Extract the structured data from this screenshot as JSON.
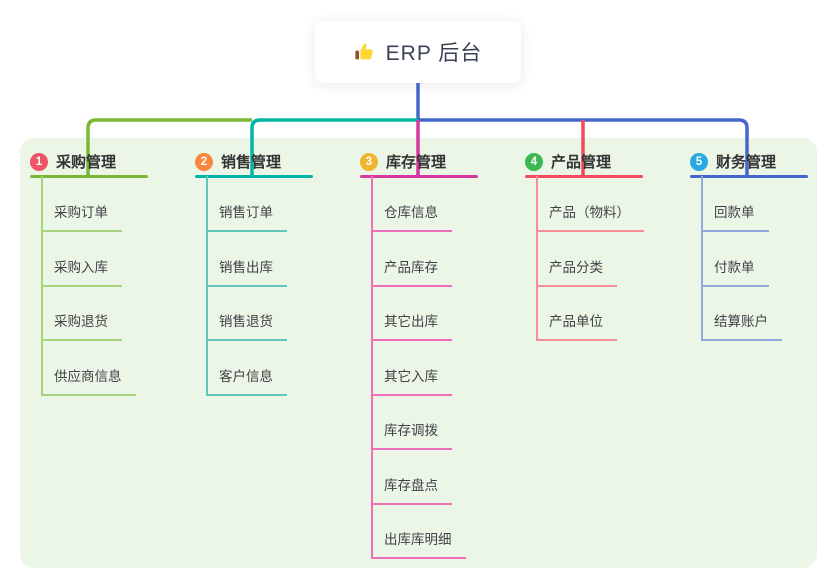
{
  "root": {
    "label": "ERP 后台",
    "icon": "thumbs-up-icon"
  },
  "branches": [
    {
      "num": "1",
      "title": "采购管理",
      "badge_color": "#ef5468",
      "line_color": "#7ab733",
      "child_line_color": "#a6d37d",
      "children": [
        "采购订单",
        "采购入库",
        "采购退货",
        "供应商信息"
      ]
    },
    {
      "num": "2",
      "title": "销售管理",
      "badge_color": "#f6873f",
      "line_color": "#00b5a6",
      "child_line_color": "#5fc8be",
      "children": [
        "销售订单",
        "销售出库",
        "销售退货",
        "客户信息"
      ]
    },
    {
      "num": "3",
      "title": "库存管理",
      "badge_color": "#f0b42f",
      "line_color": "#d8379f",
      "child_line_color": "#ee6fba",
      "children": [
        "仓库信息",
        "产品库存",
        "其它出库",
        "其它入库",
        "库存调拨",
        "库存盘点",
        "出库库明细"
      ]
    },
    {
      "num": "4",
      "title": "产品管理",
      "badge_color": "#3cb853",
      "line_color": "#f4485e",
      "child_line_color": "#f68e96",
      "children": [
        "产品（物料）",
        "产品分类",
        "产品单位"
      ]
    },
    {
      "num": "5",
      "title": "财务管理",
      "badge_color": "#2aa9e0",
      "line_color": "#4566cb",
      "child_line_color": "#92a7dd",
      "children": [
        "回款单",
        "付款单",
        "结算账户"
      ]
    }
  ],
  "colors": {
    "page_bg": "#ffffff",
    "panel_bg": "#ecf6e7",
    "root_card_bg": "#ffffff",
    "root_text": "#3a4254",
    "branch_title_text": "#333333",
    "child_text": "#3f4347",
    "trunk_line": "#4566cb",
    "thumb_icon_yellow": "#fdd835",
    "thumb_icon_sleeve": "#8d5524"
  }
}
